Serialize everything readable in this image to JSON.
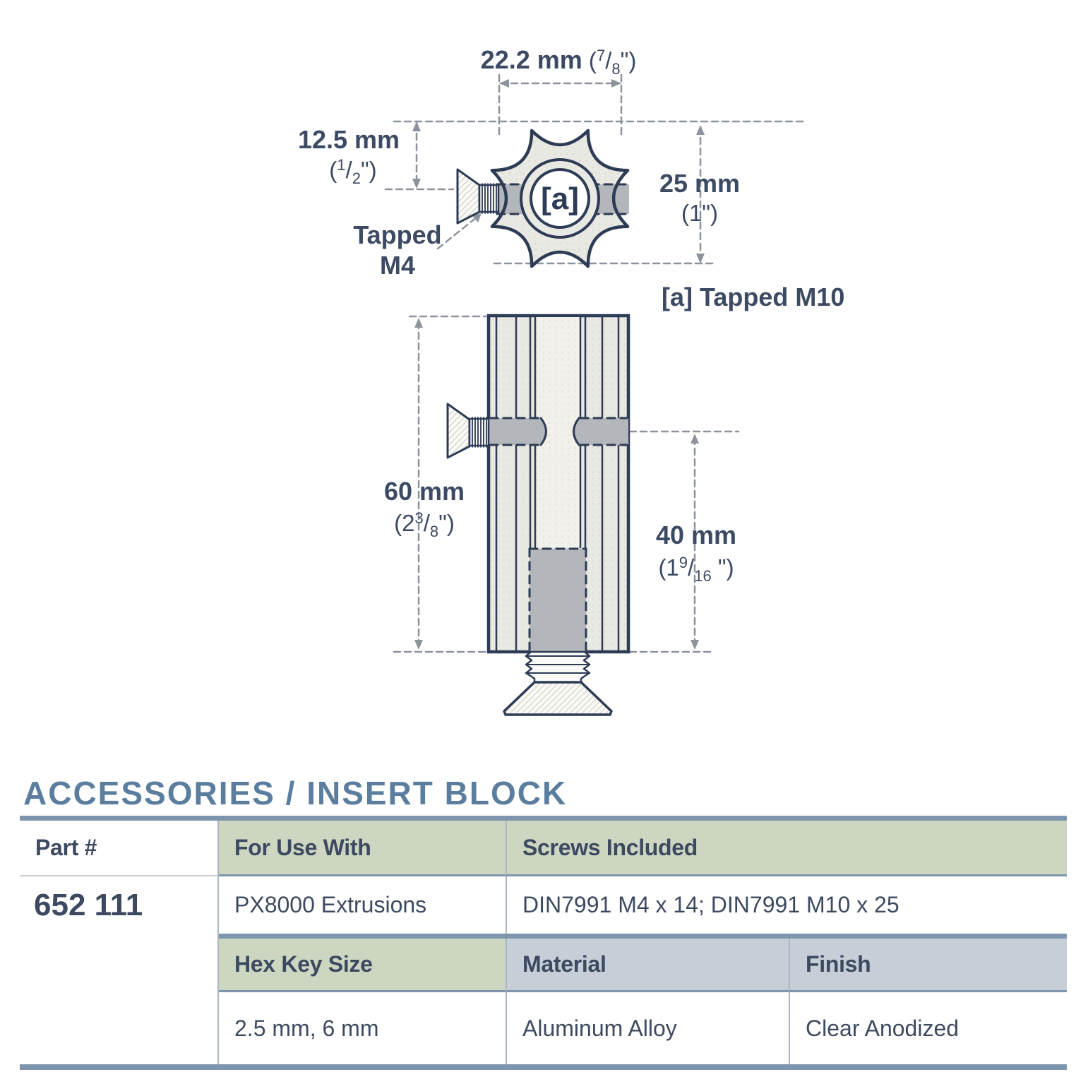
{
  "colors": {
    "ink": "#2d3b55",
    "dim_line_gray": "#8d939c",
    "dim_text_navy": "#3d4a63",
    "band_gray": "#b3b6bb",
    "part_fill": "#e9e9e3",
    "title_blue": "#5b7e9f",
    "bar_blue": "#7e95ae",
    "header_green": "#ccd6c1",
    "header_gray_blue": "#c6cfd7"
  },
  "drawing": {
    "top_view": {
      "width_mm": "22.2 mm",
      "width_in": {
        "pre": " (",
        "num": "7",
        "slash": "/",
        "den": "8",
        "post": "\")"
      },
      "offset_mm": "12.5 mm",
      "offset_in": {
        "pre": "(",
        "num": "1",
        "slash": "/",
        "den": "2",
        "post": "\")"
      },
      "height_mm": "25 mm",
      "height_in": "(1\")",
      "tapped_line1": "Tapped",
      "tapped_line2": "M4",
      "center_label": "[a]",
      "note": "[a] Tapped M10"
    },
    "side_view": {
      "height_mm": "60 mm",
      "height_in": {
        "pre": "(2",
        "num": "3",
        "slash": "/",
        "den": "8",
        "post": "\")"
      },
      "depth_mm": "40 mm",
      "depth_in": {
        "pre": "(1",
        "num": "9",
        "slash": "/",
        "den": "16",
        "post": " \")"
      }
    }
  },
  "section": {
    "title": "ACCESSORIES / INSERT BLOCK"
  },
  "table": {
    "headers": {
      "part": "Part #",
      "for_use_with": "For Use With",
      "screws_included": "Screws Included",
      "hex_key_size": "Hex Key Size",
      "material": "Material",
      "finish": "Finish"
    },
    "row": {
      "part_number": "652 111",
      "for_use_with": "PX8000 Extrusions",
      "screws_included": "DIN7991 M4 x 14; DIN7991 M10 x 25",
      "hex_key_size": "2.5 mm, 6 mm",
      "material": "Aluminum Alloy",
      "finish": "Clear Anodized"
    }
  }
}
